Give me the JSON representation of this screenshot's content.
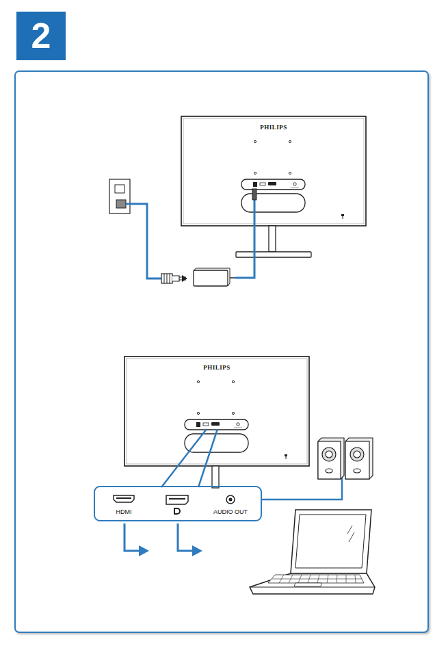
{
  "diagram": {
    "title": "2",
    "nodes": [
      {
        "text": [
          "HDMI",
          "AUDIO OUT"
        ]
      }
    ],
    "labels": [
      "PHILIPS",
      "PHILIPS"
    ]
  }
}
